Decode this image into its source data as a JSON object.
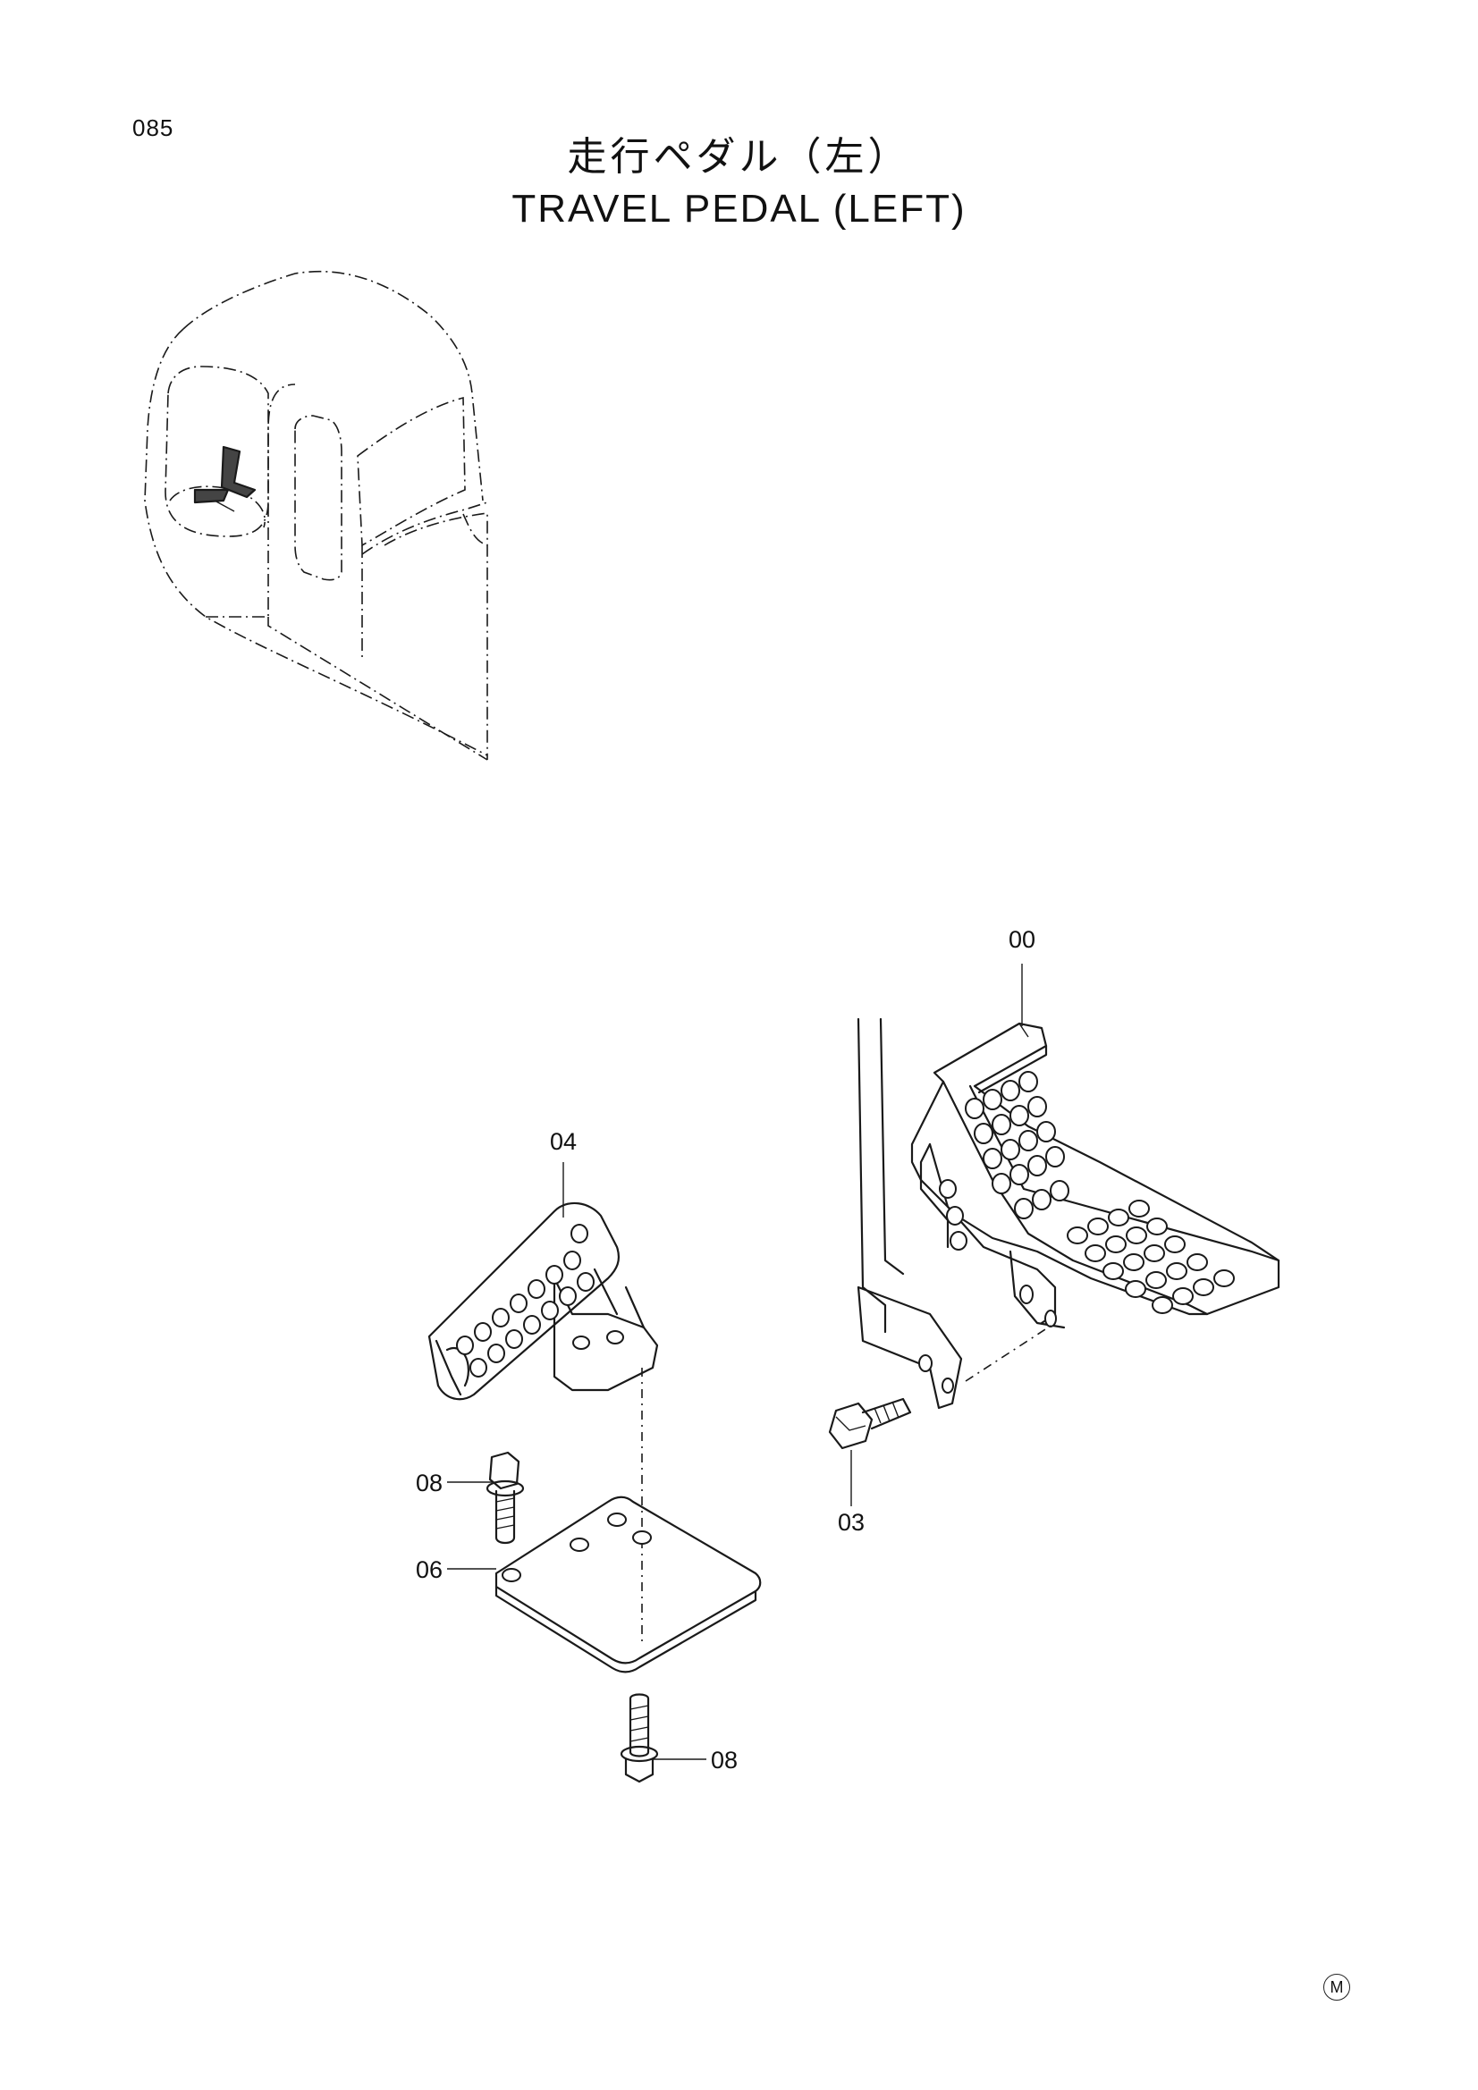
{
  "page": {
    "number": "085"
  },
  "title": {
    "japanese": "走行ペダル（左）",
    "english": "TRAVEL PEDAL (LEFT)"
  },
  "callouts": {
    "c00": "00",
    "c04": "04",
    "c08_top": "08",
    "c06": "06",
    "c03": "03",
    "c08_bottom": "08"
  },
  "footer": {
    "mark": "M"
  }
}
